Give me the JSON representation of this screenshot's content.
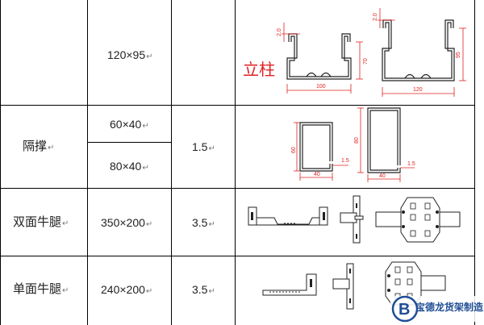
{
  "table": {
    "rows": [
      {
        "name": "",
        "spec": [
          "120×95"
        ],
        "thickness": "",
        "drawing_label": "立柱"
      },
      {
        "name": "隔撑",
        "spec": [
          "60×40",
          "80×40"
        ],
        "thickness": "1.5"
      },
      {
        "name": "双面牛腿",
        "spec": [
          "350×200"
        ],
        "thickness": "3.5"
      },
      {
        "name": "单面牛腿",
        "spec": [
          "240×200"
        ],
        "thickness": "3.5"
      }
    ],
    "return_mark": "↵"
  },
  "dimensions": {
    "post_a_width": "100",
    "post_a_height": "70",
    "post_a_lip": "2.0",
    "post_b_width": "120",
    "post_b_height": "95",
    "post_b_lip": "2.0",
    "brace_a_width": "40",
    "brace_a_height": "60",
    "brace_a_thick": "1.5",
    "brace_b_width": "40",
    "brace_b_height": "80",
    "brace_b_thick": "1.5"
  },
  "logo": {
    "text": "宝德龙货架制造",
    "mark": "B"
  }
}
